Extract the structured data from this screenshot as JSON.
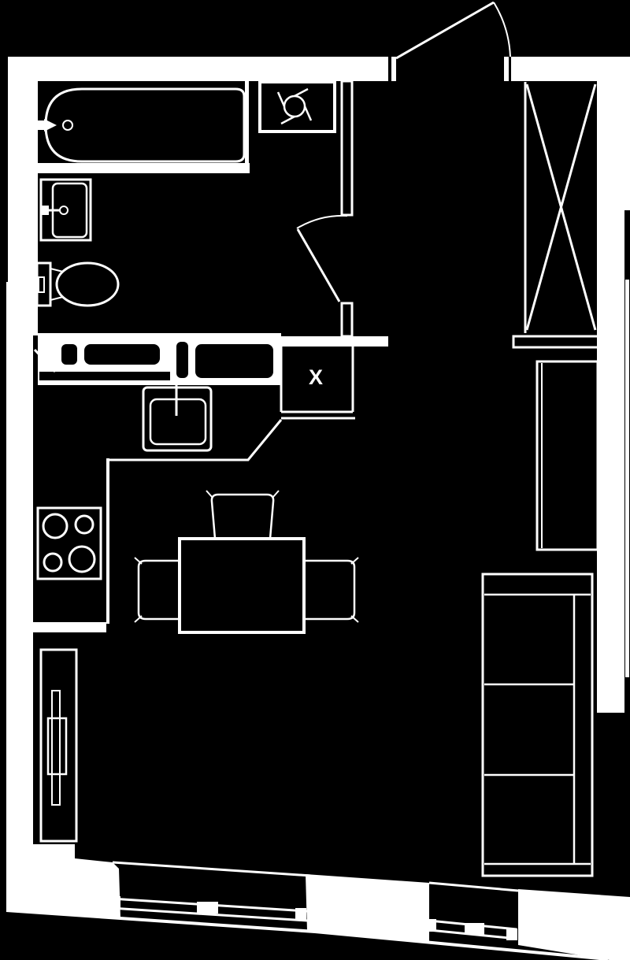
{
  "plan": {
    "shaft_label": "X",
    "colors": {
      "background": "#000000",
      "lines": "#ffffff"
    },
    "fixtures": [
      "entry-door",
      "wardrobe-crossed",
      "bathtub",
      "washbasin",
      "toilet",
      "washing-machine",
      "bathroom-door",
      "kitchen-counter",
      "kitchen-sink",
      "shaft-box",
      "stove-4-burners",
      "dining-table",
      "dining-chair",
      "radiator",
      "desk",
      "sofa",
      "window-wall"
    ]
  }
}
